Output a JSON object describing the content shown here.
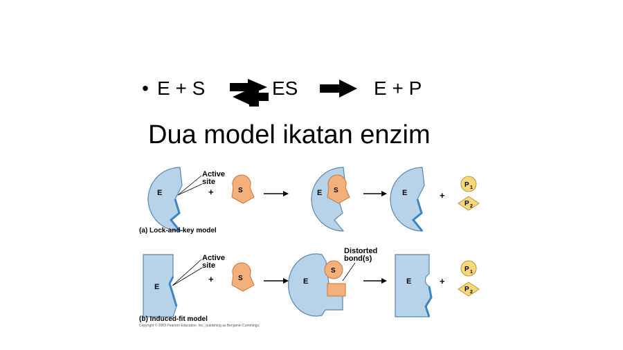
{
  "equation": {
    "bullet": "•",
    "left": "E + S",
    "middle": "ES",
    "right": "E + P"
  },
  "title": "Dua model ikatan enzim",
  "figure": {
    "enzyme_label": "E",
    "substrate_label": "S",
    "active_site_label_line1": "Active",
    "active_site_label_line2": "site",
    "distorted_label_line1": "Distorted",
    "distorted_label_line2": "bond(s)",
    "plus": "+",
    "product1_letter": "P",
    "product1_sub": "1",
    "product2_letter": "P",
    "product2_sub": "2",
    "caption_a": "(a) Lock-and-key model",
    "caption_b": "(b) Induced-fit model",
    "copyright": "Copyright © 2003 Pearson Education, Inc., publishing as Benjamin Cummings.",
    "colors": {
      "enzyme": "#b7d3ea",
      "enzyme_stroke": "#5b86ad",
      "site_line": "#3d84c2",
      "substrate": "#f3b07a",
      "substrate_stroke": "#c7743a",
      "product": "#f7d77b",
      "product_stroke": "#b99a2e"
    }
  }
}
